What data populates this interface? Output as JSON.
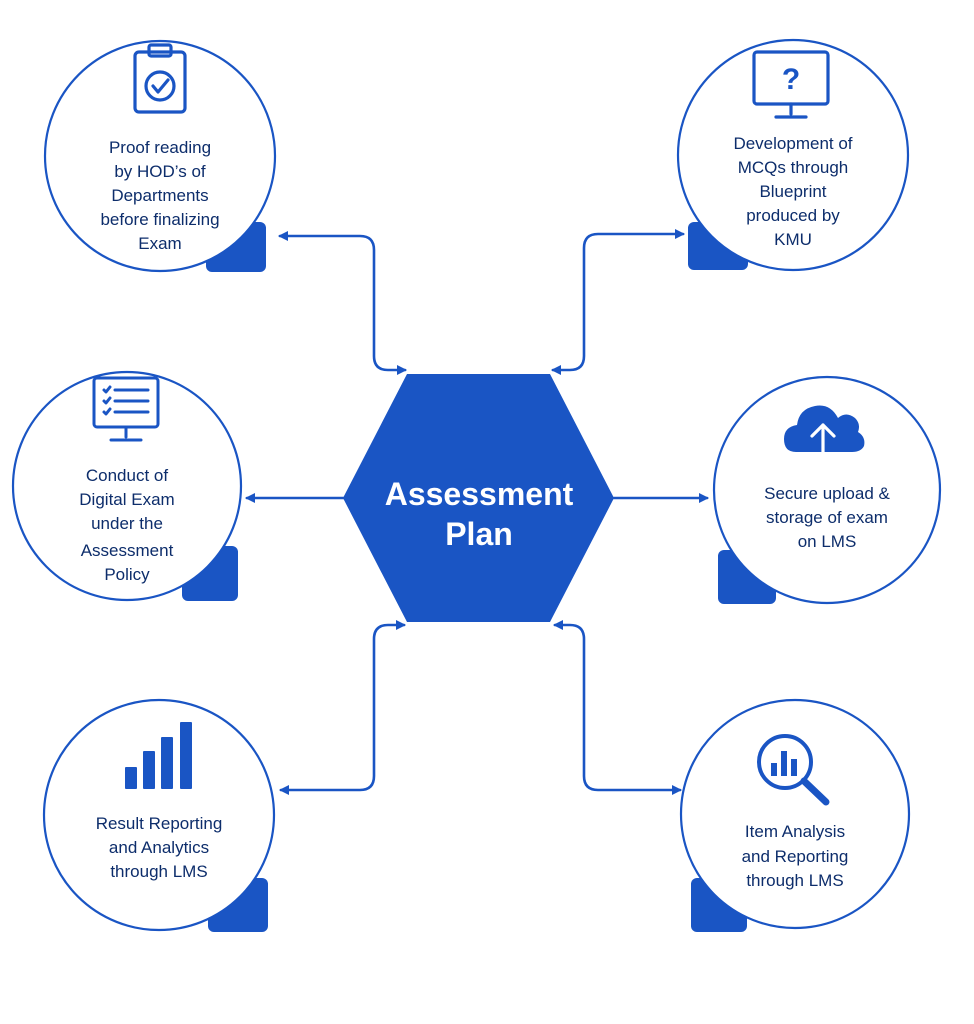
{
  "colors": {
    "primary": "#1a55c4",
    "text": "#0d2d6b",
    "background": "#ffffff"
  },
  "center": {
    "label_lines": [
      "Assessment",
      "Plan"
    ]
  },
  "nodes": [
    {
      "id": "proof-reading",
      "icon": "clipboard-check-icon",
      "lines": [
        "Proof reading",
        "by HOD’s of",
        "Departments",
        "before finalizing",
        "Exam"
      ]
    },
    {
      "id": "mcq-development",
      "icon": "monitor-question-icon",
      "lines": [
        "Development of",
        "MCQs through",
        "Blueprint",
        "produced by",
        "KMU"
      ]
    },
    {
      "id": "digital-exam",
      "icon": "monitor-checklist-icon",
      "lines": [
        "Conduct of",
        "Digital Exam",
        "under the",
        "Assessment",
        "Policy"
      ]
    },
    {
      "id": "secure-upload",
      "icon": "cloud-upload-icon",
      "lines": [
        "Secure upload &",
        "storage of exam",
        "on LMS"
      ]
    },
    {
      "id": "result-reporting",
      "icon": "bar-chart-icon",
      "lines": [
        "Result Reporting",
        "and Analytics",
        "through LMS"
      ]
    },
    {
      "id": "item-analysis",
      "icon": "magnifier-chart-icon",
      "lines": [
        "Item Analysis",
        "and Reporting",
        "through LMS"
      ]
    }
  ]
}
